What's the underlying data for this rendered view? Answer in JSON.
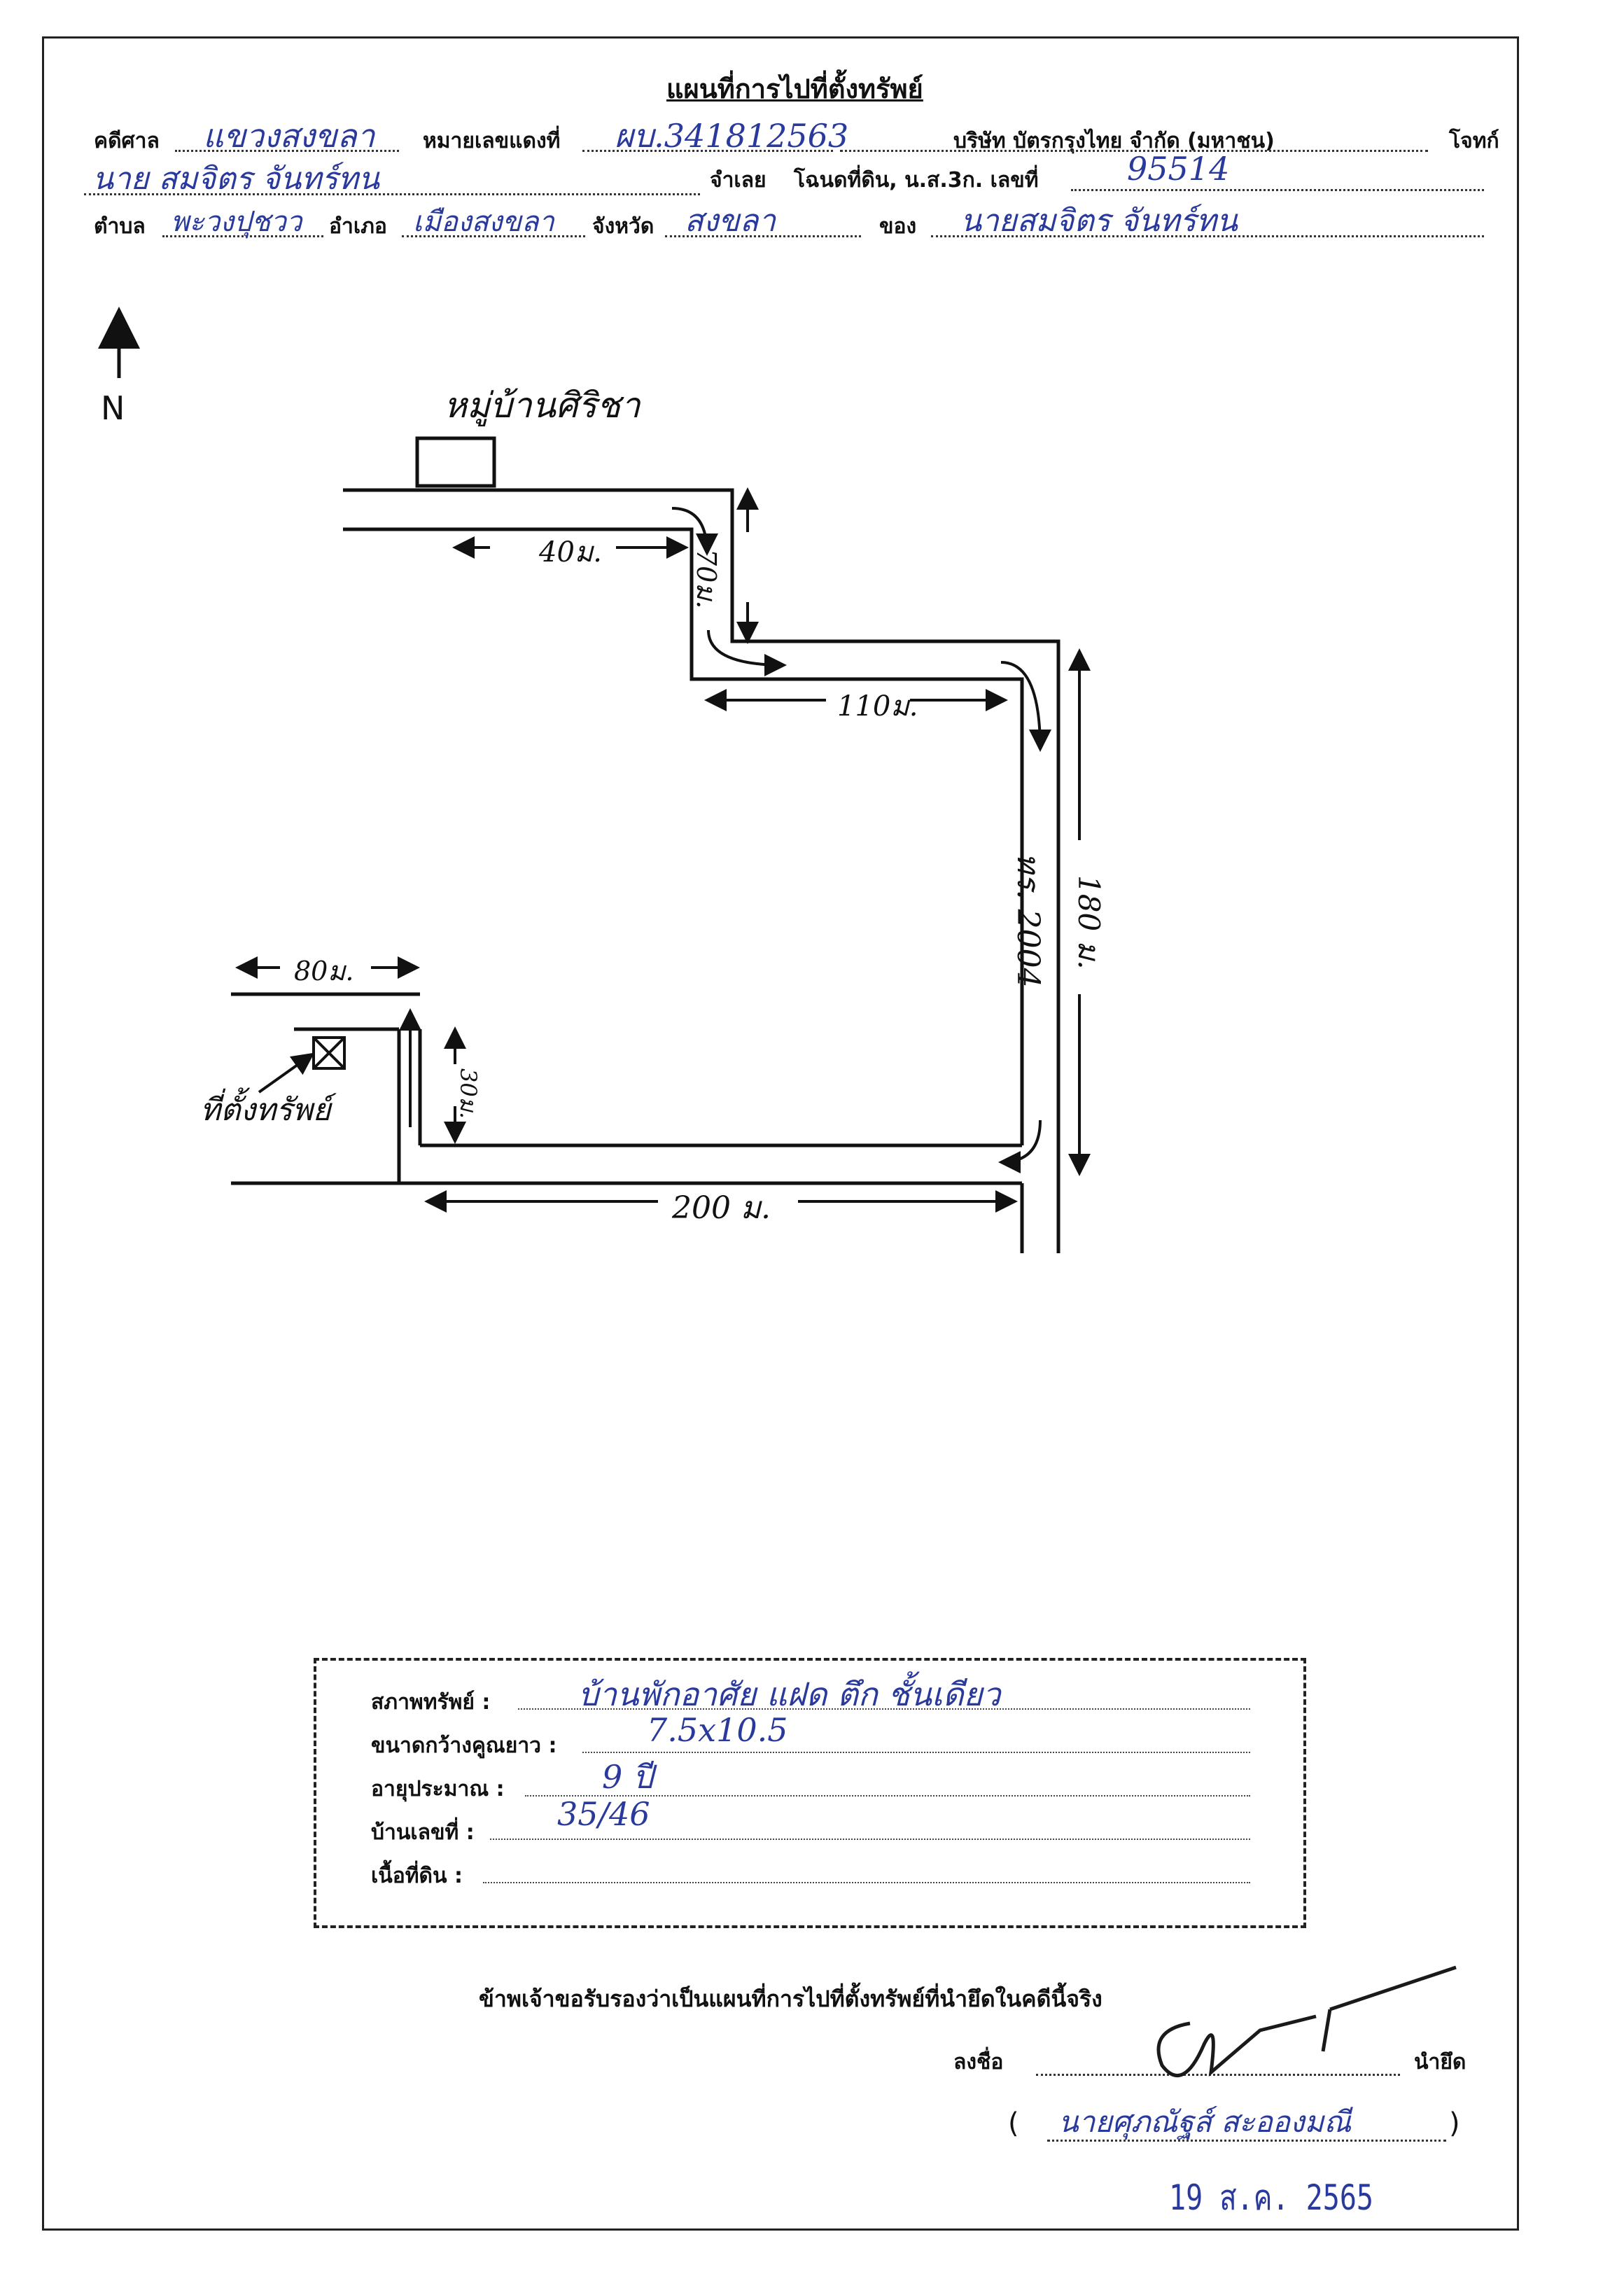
{
  "header": {
    "title": "แผนที่การไปที่ตั้งทรัพย์",
    "court_label": "คดีศาล",
    "court_value": "แขวงสงขลา",
    "red_no_label": "หมายเลขแดงที่",
    "red_no_value": "ผบ.341812563",
    "plaintiff_value": "บริษัท บัตรกรุงไทย จำกัด (มหาชน)",
    "plaintiff_label": "โจทก์",
    "defendant_value": "นาย สมจิตร จันทร์ทน",
    "defendant_label": "จำเลย",
    "deed_label": "โฉนดที่ดิน, น.ส.3ก. เลขที่",
    "deed_value": "95514",
    "subdistrict_label": "ตำบล",
    "subdistrict_value": "พะวงปุชวว",
    "district_label": "อำเภอ",
    "district_value": "เมืองสงขลา",
    "province_label": "จังหวัด",
    "province_value": "สงขลา",
    "owner_label": "ของ",
    "owner_value": "นายสมจิตร จันทร์ทน"
  },
  "map": {
    "north_label": "N",
    "village_label": "หมู่บ้านศิริชา",
    "dist_40": "40ม.",
    "dist_70": "70ม.",
    "dist_110": "110ม.",
    "road_name": "ทร. 2004",
    "dist_180": "180 ม.",
    "dist_80": "80ม.",
    "dist_30": "30ม.",
    "dist_200": "200 ม.",
    "property_label": "ที่ตั้งทรัพย์"
  },
  "info": {
    "condition_label": "สภาพทรัพย์ :",
    "condition_value": "บ้านพักอาศัย แฝด ตึก ชั้นเดียว",
    "size_label": "ขนาดกว้างคูณยาว :",
    "size_value": "7.5x10.5",
    "age_label": "อายุประมาณ :",
    "age_value": "9 ปี",
    "house_no_label": "บ้านเลขที่ :",
    "house_no_value": "35/46",
    "land_area_label": "เนื้อที่ดิน :",
    "land_area_value": ""
  },
  "footer": {
    "certify_text": "ข้าพเจ้าขอรับรองว่าเป็นแผนที่การไปที่ตั้งทรัพย์ที่นำยึดในคดีนี้จริง",
    "sign_label": "ลงชื่อ",
    "seizer_label": "นำยึด",
    "paren_open": "(",
    "signer_name": "นายศุภณัฐส์ สะอองมณี",
    "paren_close": ")",
    "date_stamp": "19 ส.ค. 2565"
  },
  "colors": {
    "ink": "#2a3a9c",
    "print": "#111111"
  }
}
